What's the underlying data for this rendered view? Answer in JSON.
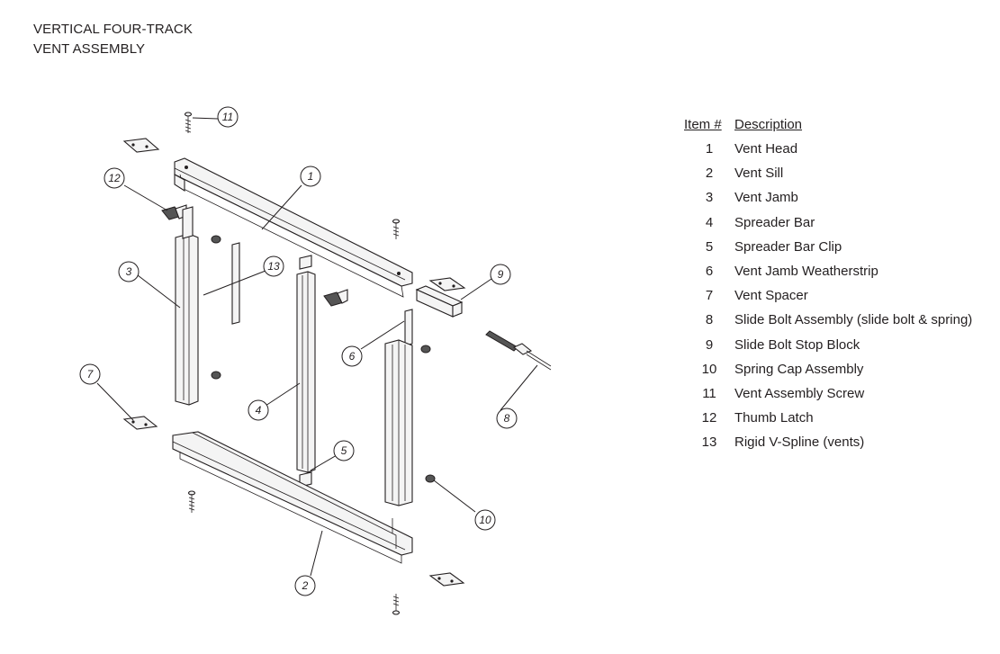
{
  "title": {
    "line1": "VERTICAL FOUR-TRACK",
    "line2": "VENT ASSEMBLY"
  },
  "legend": {
    "header_item": "Item #",
    "header_description": "Description",
    "items": [
      {
        "num": "1",
        "desc": "Vent Head"
      },
      {
        "num": "2",
        "desc": "Vent Sill"
      },
      {
        "num": "3",
        "desc": "Vent Jamb"
      },
      {
        "num": "4",
        "desc": "Spreader Bar"
      },
      {
        "num": "5",
        "desc": "Spreader Bar Clip"
      },
      {
        "num": "6",
        "desc": "Vent Jamb Weatherstrip"
      },
      {
        "num": "7",
        "desc": "Vent Spacer"
      },
      {
        "num": "8",
        "desc": "Slide Bolt Assembly (slide bolt & spring)"
      },
      {
        "num": "9",
        "desc": "Slide Bolt Stop Block"
      },
      {
        "num": "10",
        "desc": "Spring Cap Assembly"
      },
      {
        "num": "11",
        "desc": "Vent Assembly Screw"
      },
      {
        "num": "12",
        "desc": "Thumb Latch"
      },
      {
        "num": "13",
        "desc": "Rigid V-Spline (vents)"
      }
    ]
  },
  "callouts": {
    "c1": "1",
    "c2": "2",
    "c3": "3",
    "c4": "4",
    "c5": "5",
    "c6": "6",
    "c7": "7",
    "c8": "8",
    "c9": "9",
    "c10": "10",
    "c11": "11",
    "c12": "12",
    "c13": "13"
  }
}
